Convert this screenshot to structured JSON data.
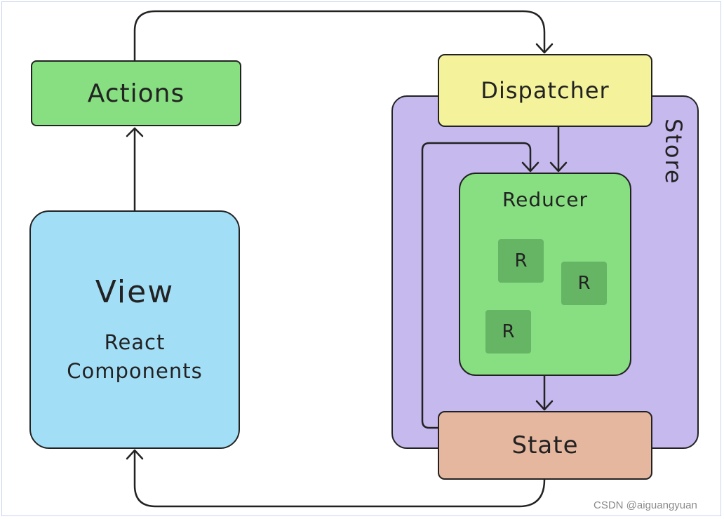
{
  "diagram": {
    "actions": "Actions",
    "view": {
      "title": "View",
      "subtitle_line1": "React",
      "subtitle_line2": "Components"
    },
    "store": "Store",
    "dispatcher": "Dispatcher",
    "reducer": "Reducer",
    "reducer_items": [
      "R",
      "R",
      "R"
    ],
    "state": "State"
  },
  "watermark": "CSDN @aiguangyuan",
  "colors": {
    "actions": "#88df82",
    "view": "#a3def7",
    "store": "#c5b9ee",
    "dispatcher": "#f4f39b",
    "reducer": "#88df82",
    "reducer_item": "#66b565",
    "state": "#e6b79f"
  }
}
